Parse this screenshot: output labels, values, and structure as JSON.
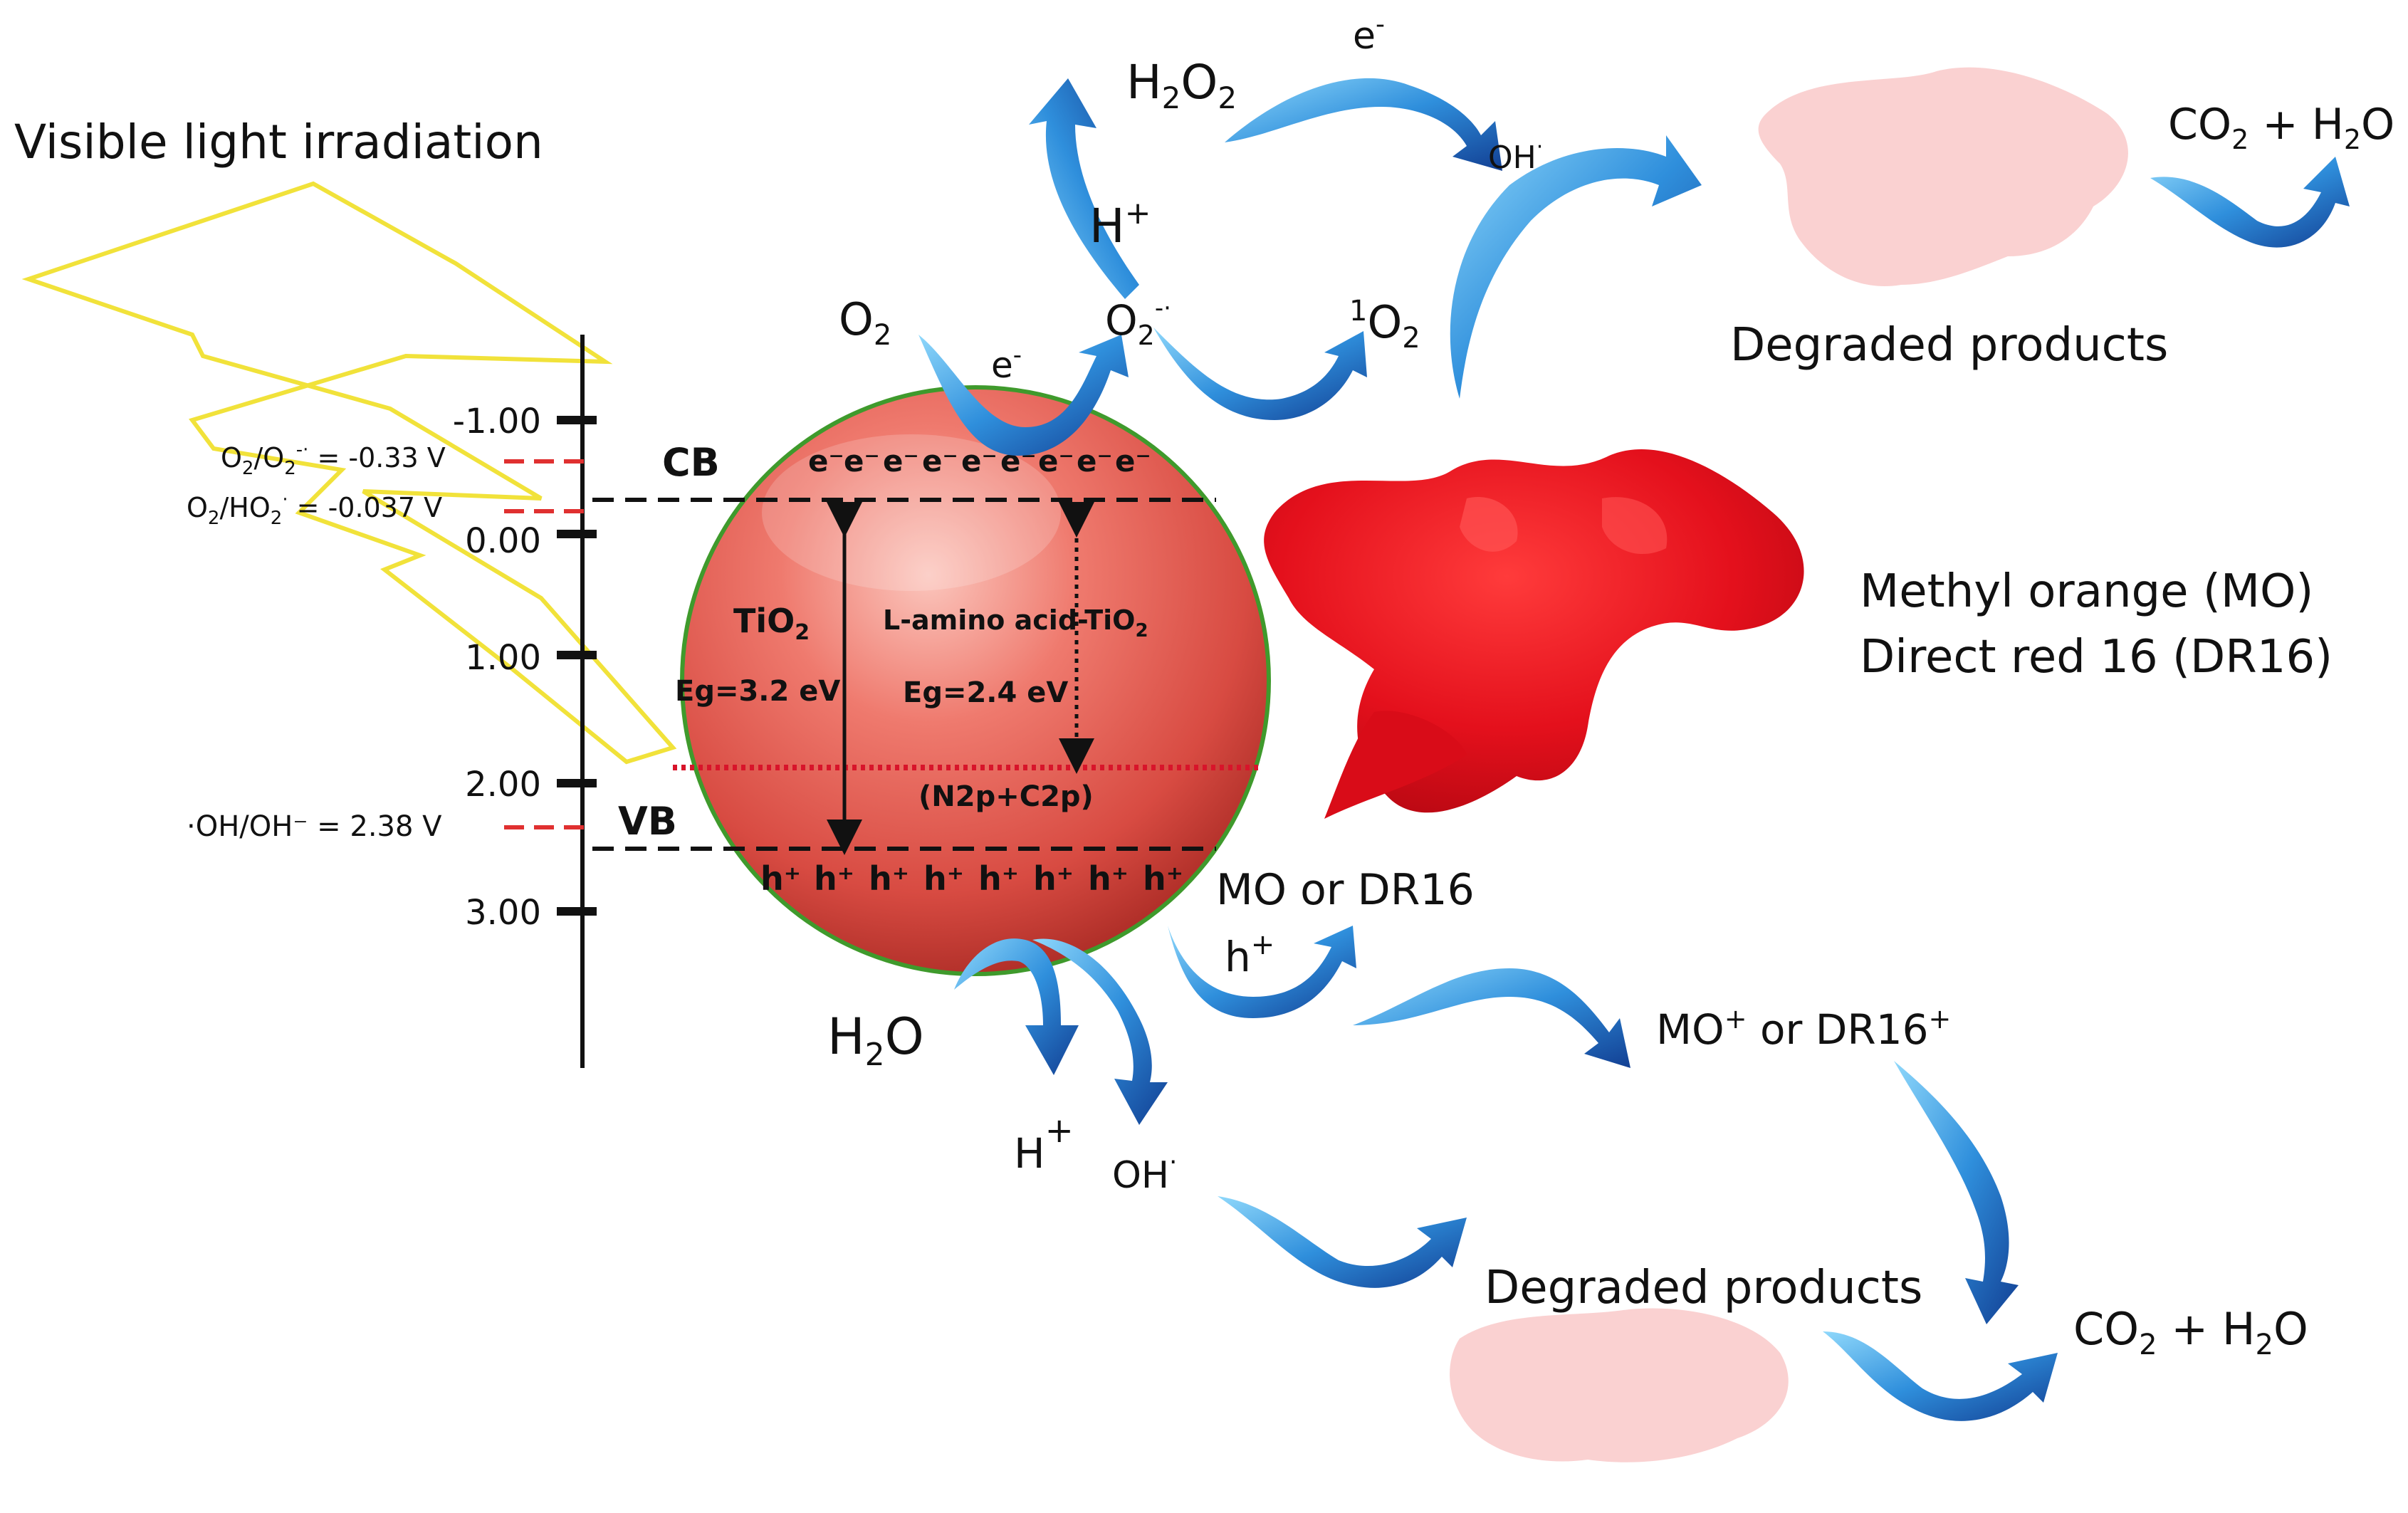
{
  "light_label": "Visible light irradiation",
  "energy_axis": {
    "ticks": [
      "-1.00",
      "0.00",
      "1.00",
      "2.00",
      "3.00"
    ]
  },
  "redox_potentials": {
    "o2_superoxide": {
      "species": "O",
      "sub1": "2",
      "mid": "/O",
      "sub2": "2",
      "sup": "-·",
      "value": " = -0.33 V"
    },
    "o2_hydroperoxyl": {
      "species": "O",
      "sub1": "2",
      "mid": "/HO",
      "sub2": "2",
      "sup": "·",
      "value": " = -0.037 V"
    },
    "hydroxyl": {
      "text": "·OH/OH⁻ = 2.38 V"
    }
  },
  "bands": {
    "cb": "CB",
    "vb": "VB",
    "electrons": [
      "e⁻",
      "e⁻",
      "e⁻",
      "e⁻",
      "e⁻",
      "e⁻",
      "e⁻",
      "e⁻",
      "e⁻"
    ],
    "holes": [
      "h⁺",
      "h⁺",
      "h⁺",
      "h⁺",
      "h⁺",
      "h⁺",
      "h⁺",
      "h⁺"
    ],
    "tio2_base": "TiO",
    "tio2_sub": "2",
    "tio2_gap": "Eg=3.2 eV",
    "doped_base": "L-amino acid-TiO",
    "doped_sub": "2",
    "doped_gap": "Eg=2.4 eV",
    "midgap_state": "(N2p+C2p)"
  },
  "species": {
    "o2": {
      "base": "O",
      "sub": "2"
    },
    "e_minus_cb": {
      "base": "e",
      "sup": "-"
    },
    "h2o2": {
      "a": "H",
      "sub1": "2",
      "b": "O",
      "sub2": "2"
    },
    "e_minus_top": {
      "base": "e",
      "sup": "-"
    },
    "oh_radical_top": {
      "base": "OH",
      "sup": "·"
    },
    "h_plus_top": {
      "base": "H",
      "sup": "+"
    },
    "superoxide": {
      "base": "O",
      "sub": "2",
      "sup": "-·"
    },
    "singlet_o2": {
      "sup": "1",
      "base": "O",
      "sub": "2"
    },
    "co2_h2o_top": {
      "a": "CO",
      "sub": "2",
      "b": " + H",
      "sub2": "2",
      "c": "O"
    },
    "degraded_top": "Degraded products",
    "dyes_line1": "Methyl orange (MO)",
    "dyes_line2": "Direct red 16 (DR16)",
    "h2o": {
      "a": "H",
      "sub": "2",
      "b": "O"
    },
    "h_plus_bottom": {
      "base": "H",
      "sup": "+"
    },
    "oh_radical_bottom": {
      "base": "OH",
      "sup": "·"
    },
    "mo_dr16": "MO or DR16",
    "h_plus_hole": {
      "base": "h",
      "sup": "+"
    },
    "mo_cation": {
      "a": "MO",
      "sup1": "+",
      "b": " or DR16",
      "sup2": "+"
    },
    "degraded_bottom": "Degraded products",
    "co2_h2o_bottom": {
      "a": "CO",
      "sub": "2",
      "b": " + H",
      "sub2": "2",
      "c": "O"
    }
  },
  "colors": {
    "sphere_light": "#f7a39a",
    "sphere_mid": "#e0534b",
    "sphere_dark": "#a92a24",
    "sphere_rim": "#3f9a2c",
    "arrow_light": "#66c6f5",
    "arrow_dark": "#1451a6",
    "lightning": "#f1e23a",
    "dye_red": "#e4101c",
    "dye_faded": "#f9c9c9",
    "redox_dash": "#e03030",
    "band_dash": "#111111"
  }
}
